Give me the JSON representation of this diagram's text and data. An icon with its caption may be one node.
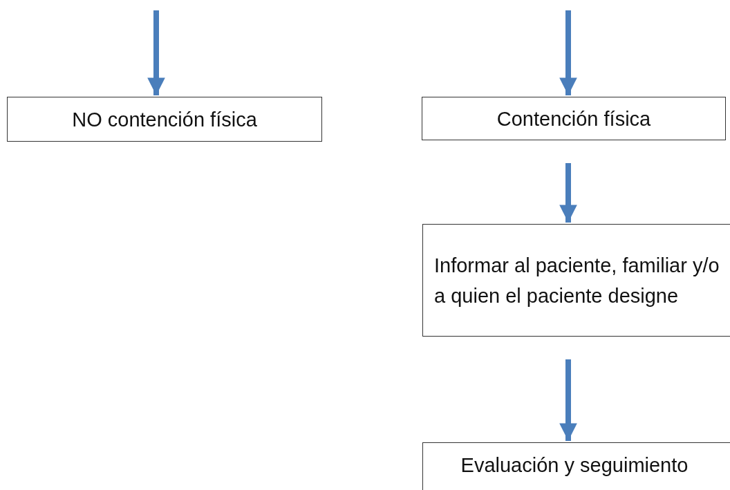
{
  "diagram": {
    "nodes": [
      {
        "text": [
          "NO contención física"
        ]
      },
      {
        "text": [
          "Contención física"
        ]
      },
      {
        "text": [
          "Informar al paciente, familiar y/o a quien el paciente designe"
        ]
      },
      {
        "text": [
          "Evaluación y seguimiento"
        ]
      }
    ],
    "edges": [
      {
        "from": null,
        "to": 0,
        "arrow": "to"
      },
      {
        "from": null,
        "to": 1,
        "arrow": "to"
      },
      {
        "from": 1,
        "to": 2,
        "arrow": "to"
      },
      {
        "from": 2,
        "to": 3,
        "arrow": "to"
      }
    ]
  }
}
